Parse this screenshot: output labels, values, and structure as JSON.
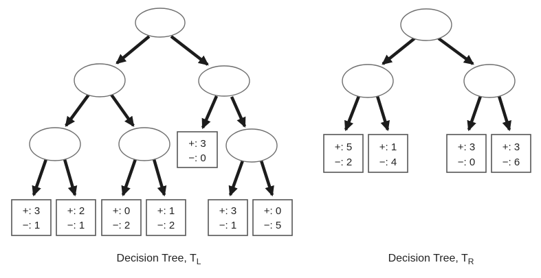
{
  "diagram": {
    "background_color": "#ffffff",
    "colors": {
      "arrow": "#1c1c1c",
      "node_outline": "#6e6e6e",
      "leaf_outline": "#555555",
      "text": "#222222"
    },
    "left_tree": {
      "caption": "Decision Tree, T",
      "caption_subscript": "L",
      "mid_leaf": {
        "plus": "+: 3",
        "minus": "−: 0"
      },
      "leaves": [
        {
          "plus": "+: 3",
          "minus": "−: 1"
        },
        {
          "plus": "+: 2",
          "minus": "−: 1"
        },
        {
          "plus": "+: 0",
          "minus": "−: 2"
        },
        {
          "plus": "+: 1",
          "minus": "−: 2"
        },
        {
          "plus": "+: 3",
          "minus": "−: 1"
        },
        {
          "plus": "+: 0",
          "minus": "−: 5"
        }
      ]
    },
    "right_tree": {
      "caption": "Decision Tree, T",
      "caption_subscript": "R",
      "leaves": [
        {
          "plus": "+: 5",
          "minus": "−: 2"
        },
        {
          "plus": "+: 1",
          "minus": "−: 4"
        },
        {
          "plus": "+: 3",
          "minus": "−: 0"
        },
        {
          "plus": "+: 3",
          "minus": "−: 6"
        }
      ]
    }
  }
}
